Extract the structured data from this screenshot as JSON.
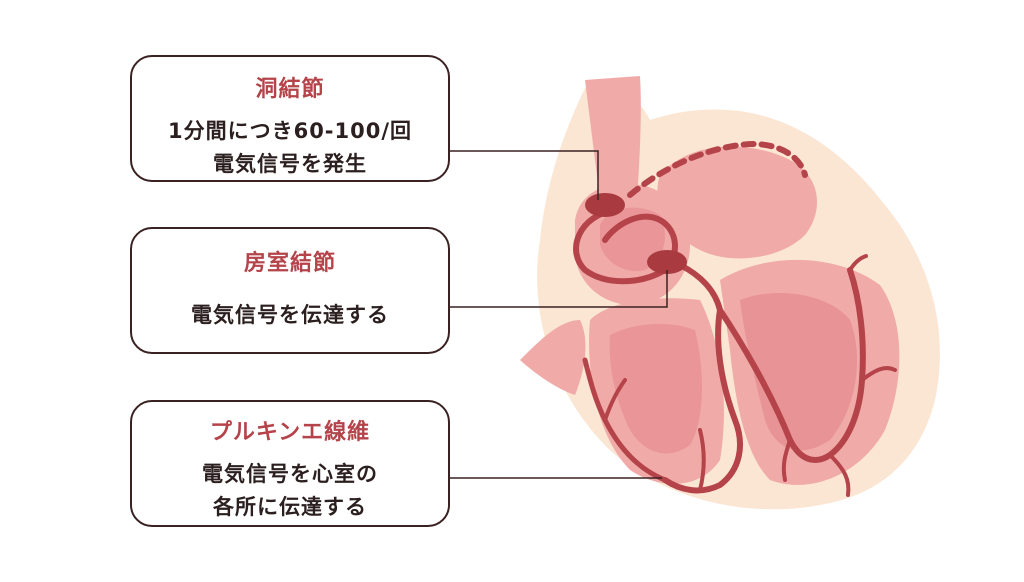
{
  "colors": {
    "title_red": "#b5434a",
    "text_dark": "#2b1f1f",
    "box_border": "#3a2222",
    "heart_halo": "#fbe6d4",
    "heart_muscle": "#f0aaa8",
    "heart_chamber": "#e27f86",
    "conduction": "#b5434a",
    "leader_line": "#3a2222"
  },
  "callouts": {
    "sa_node": {
      "title": "洞結節",
      "line1": "1分間につき60-100/回",
      "line2": "電気信号を発生"
    },
    "av_node": {
      "title": "房室結節",
      "line1": "電気信号を伝達する"
    },
    "purkinje": {
      "title": "プルキンエ線維",
      "line1": "電気信号を心室の",
      "line2": "各所に伝達する"
    }
  }
}
